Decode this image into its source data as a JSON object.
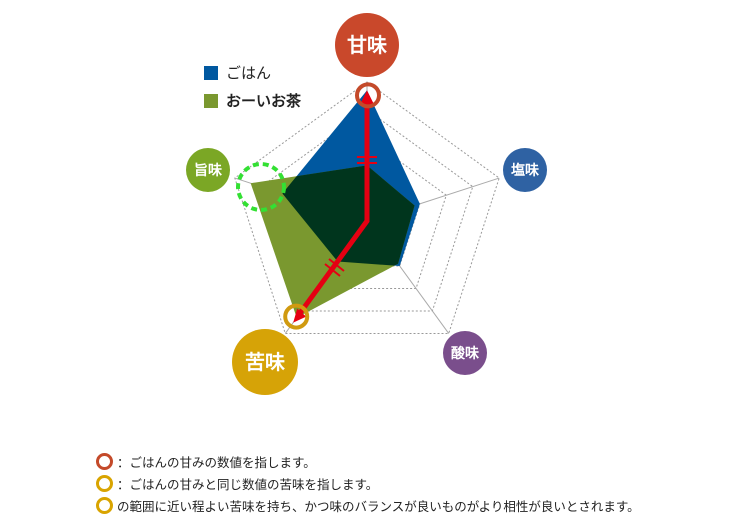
{
  "chart_data": {
    "type": "radar",
    "axes": [
      "甘味",
      "塩味",
      "酸味",
      "苦味",
      "旨味"
    ],
    "axis_colors": [
      "#c9482b",
      "#2f62a3",
      "#7a4e8c",
      "#d6a307",
      "#7ba725"
    ],
    "max": 5,
    "rings": 5,
    "series": [
      {
        "name": "ごはん",
        "color": "#0058a0",
        "values": [
          4.7,
          2.0,
          2.0,
          1.8,
          3.2
        ]
      },
      {
        "name": "おーいお茶",
        "color": "#7a982f",
        "values": [
          2.0,
          1.8,
          1.9,
          4.3,
          4.4
        ]
      }
    ],
    "overlap_color": "#00351d"
  },
  "legend": {
    "gohan": "ごはん",
    "tea": "おーいお茶"
  },
  "notes": [
    {
      "text": "：ごはんの甘みの数値を指します。",
      "color": "#c44a2a"
    },
    {
      "text": "：ごはんの甘みと同じ数値の苦味を指します。",
      "color": "#d9a400"
    },
    {
      "text": "の範囲に近い程よい苦味を持ち、かつ味のバランスが良いものがより相性が良いとされます。",
      "color": "#d9a400"
    }
  ],
  "colors": {
    "arrow": "#e50012",
    "highlight_umami": "#33e033"
  }
}
